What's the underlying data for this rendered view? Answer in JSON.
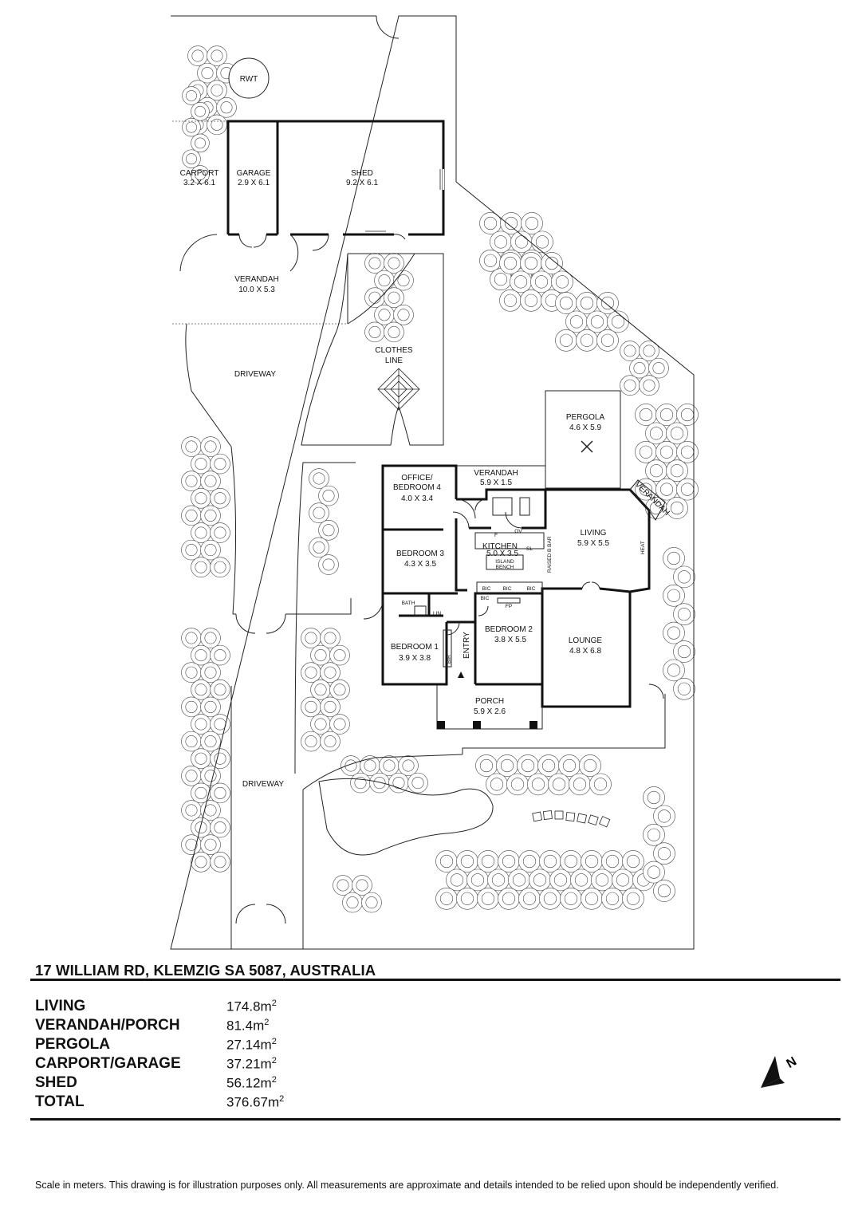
{
  "plan": {
    "rooms": {
      "rwt": "RWT",
      "carport": {
        "name": "CARPORT",
        "dims": "3.2 X 6.1"
      },
      "garage": {
        "name": "GARAGE",
        "dims": "2.9 X 6.1"
      },
      "shed": {
        "name": "SHED",
        "dims": "9.2 X 6.1"
      },
      "verandah_rear": {
        "name": "VERANDAH",
        "dims": "10.0 X 5.3"
      },
      "driveway": "DRIVEWAY",
      "clothes_line": [
        "CLOTHES",
        "LINE"
      ],
      "pergola": {
        "name": "PERGOLA",
        "dims": "4.6 X 5.9"
      },
      "office": {
        "name1": "OFFICE/",
        "name2": "BEDROOM 4",
        "dims": "4.0 X 3.4"
      },
      "verandah_mid": {
        "name": "VERANDAH",
        "dims": "5.9 X 1.5"
      },
      "verandah_side": "VERANDAH",
      "living": {
        "name": "LIVING",
        "dims": "5.9 X 5.5"
      },
      "bedroom3": {
        "name": "BEDROOM 3",
        "dims": "4.3 X 3.5"
      },
      "kitchen": {
        "name": "KITCHEN",
        "dims": "5.0 X 3.5"
      },
      "island": [
        "ISLAND",
        "BENCH"
      ],
      "raised_bar": "RAISED B BAR",
      "heat": "HEAT",
      "bath": "BATH",
      "lin": "LIN",
      "bic": "BIC",
      "fp": "FP",
      "bir": "BIR",
      "f": "F",
      "ov": "OV",
      "sl": "SL",
      "entry": "ENTRY",
      "bedroom1": {
        "name": "BEDROOM 1",
        "dims": "3.9 X 3.8"
      },
      "bedroom2": {
        "name": "BEDROOM 2",
        "dims": "3.8 X 5.5"
      },
      "lounge": {
        "name": "LOUNGE",
        "dims": "4.8 X 6.8"
      },
      "porch": {
        "name": "PORCH",
        "dims": "5.9 X 2.6"
      }
    }
  },
  "address": "17 WILLIAM RD, KLEMZIG SA 5087, AUSTRALIA",
  "areas": [
    {
      "label": "LIVING",
      "value": "174.8m",
      "unit_sup": "2"
    },
    {
      "label": "VERANDAH/PORCH",
      "value": "81.4m",
      "unit_sup": "2"
    },
    {
      "label": "PERGOLA",
      "value": "27.14m",
      "unit_sup": "2"
    },
    {
      "label": "CARPORT/GARAGE",
      "value": "37.21m",
      "unit_sup": "2"
    },
    {
      "label": "SHED",
      "value": "56.12m",
      "unit_sup": "2"
    },
    {
      "label": "TOTAL",
      "value": "376.67m",
      "unit_sup": "2"
    }
  ],
  "north_label": "N",
  "disclaimer": "Scale in meters. This drawing is for illustration purposes only. All measurements are approximate and details intended to be relied upon should be independently verified."
}
